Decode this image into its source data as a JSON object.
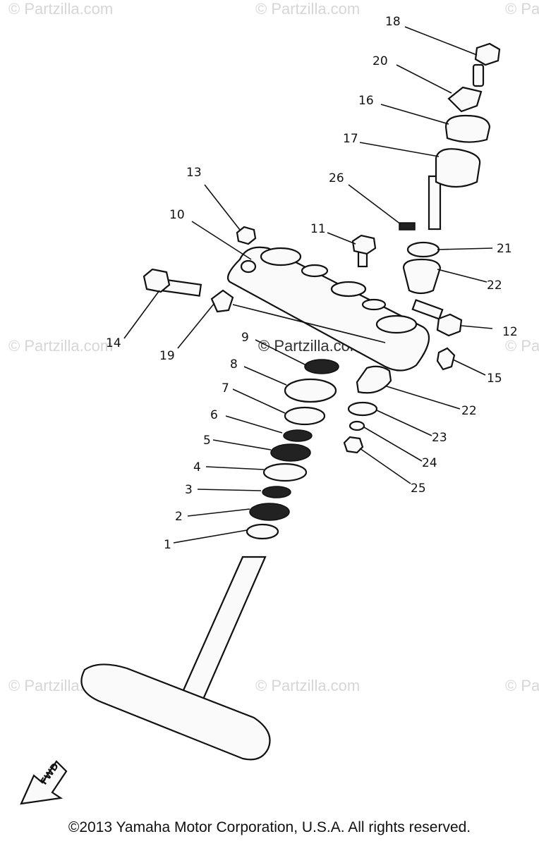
{
  "watermark": "© Partzilla.com",
  "copyright": "©2013  Yamaha Motor Corporation, U.S.A. All rights reserved.",
  "fwd_label": "FWD",
  "callouts": [
    {
      "id": "c1",
      "text": "1"
    },
    {
      "id": "c2",
      "text": "2"
    },
    {
      "id": "c3",
      "text": "3"
    },
    {
      "id": "c4",
      "text": "4"
    },
    {
      "id": "c5",
      "text": "5"
    },
    {
      "id": "c6",
      "text": "6"
    },
    {
      "id": "c7",
      "text": "7"
    },
    {
      "id": "c8",
      "text": "8"
    },
    {
      "id": "c9",
      "text": "9"
    },
    {
      "id": "c10",
      "text": "10"
    },
    {
      "id": "c11",
      "text": "11"
    },
    {
      "id": "c12",
      "text": "12"
    },
    {
      "id": "c13",
      "text": "13"
    },
    {
      "id": "c14",
      "text": "14"
    },
    {
      "id": "c15",
      "text": "15"
    },
    {
      "id": "c16",
      "text": "16"
    },
    {
      "id": "c17",
      "text": "17"
    },
    {
      "id": "c18",
      "text": "18"
    },
    {
      "id": "c19",
      "text": "19"
    },
    {
      "id": "c20",
      "text": "20"
    },
    {
      "id": "c21",
      "text": "21"
    },
    {
      "id": "c22a",
      "text": "22"
    },
    {
      "id": "c22b",
      "text": "22"
    },
    {
      "id": "c23",
      "text": "23"
    },
    {
      "id": "c24",
      "text": "24"
    },
    {
      "id": "c25",
      "text": "25"
    },
    {
      "id": "c26",
      "text": "26"
    }
  ]
}
